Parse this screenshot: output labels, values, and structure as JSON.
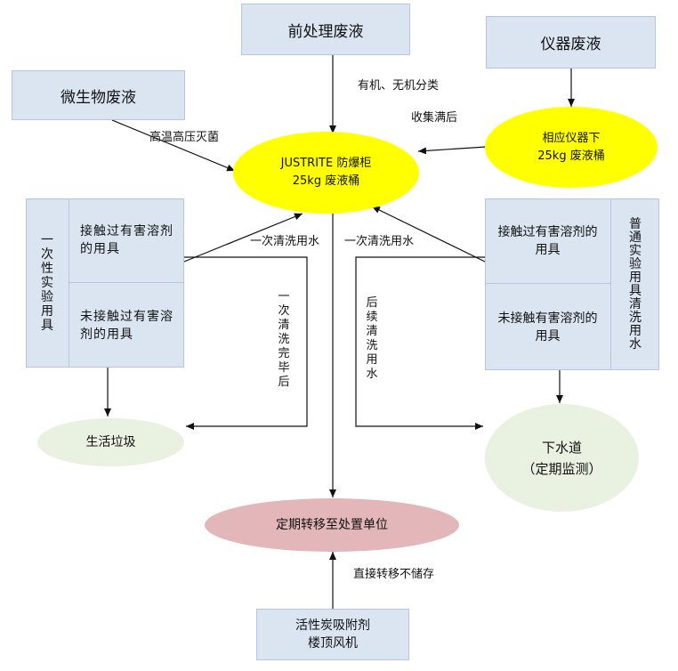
{
  "nodes": {
    "pretreatment": "前处理废液",
    "instrument": "仪器废液",
    "microbe": "微生物废液",
    "cabinet_line1": "JUSTRITE 防爆柜",
    "cabinet_line2": "25kg 废液桶",
    "instrument_bucket_line1": "相应仪器下",
    "instrument_bucket_line2": "25kg 废液桶",
    "disposable_title": "一次性实验用具",
    "disposable_touched": "接触过有害溶剂的用具",
    "disposable_untouched": "未接触过有害溶剂的用具",
    "common_title": "普通实验用具清洗用水",
    "common_touched": "接触过有害溶剂的用具",
    "common_untouched": "未接触有害溶剂的用具",
    "trash": "生活垃圾",
    "sewer_line1": "下水道",
    "sewer_line2": "（定期监测）",
    "disposal": "定期转移至处置单位",
    "carbon_line1": "活性炭吸附剂",
    "carbon_line2": "楼顶风机"
  },
  "edge_labels": {
    "organic_sort": "有机、无机分类",
    "collect_full": "收集满后",
    "sterilize": "高温高压灭菌",
    "first_rinse_left": "一次清洗用水",
    "first_rinse_right": "一次清洗用水",
    "after_first_rinse": "一次清洗完毕后",
    "subsequent_rinse": "后续清洗用水",
    "direct_transfer": "直接转移不储存"
  }
}
